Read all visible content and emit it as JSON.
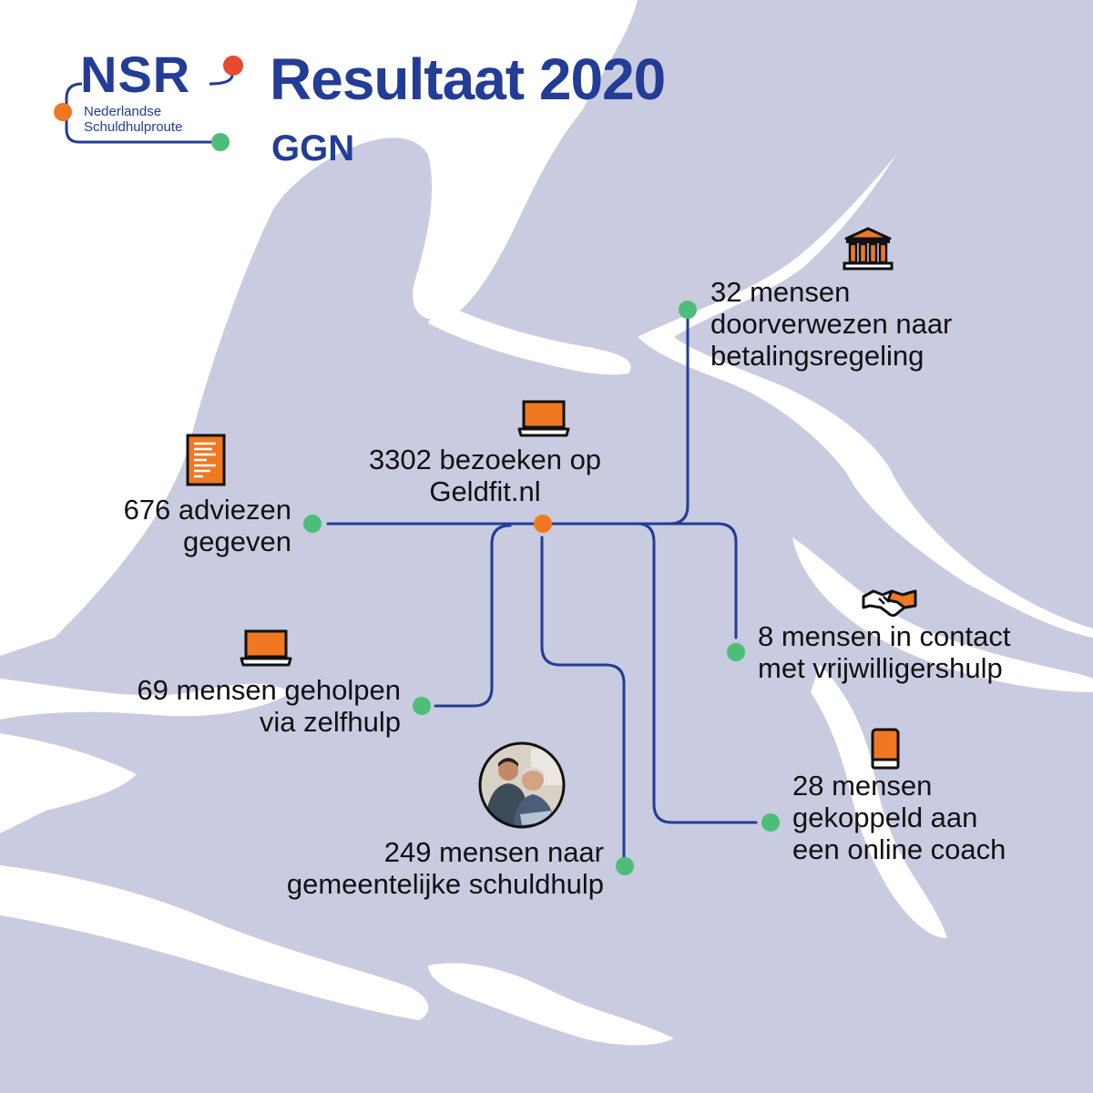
{
  "title": "Resultaat 2020",
  "subtitle": "GGN",
  "logo": {
    "abbr": "NSR",
    "name": "Nederlandse\nSchuldhulproute"
  },
  "colors": {
    "map_land": "#c9cbe1",
    "water": "#ffffff",
    "line": "#233c95",
    "green_dot": "#4dbd7a",
    "orange": "#f07822",
    "red_dot": "#e84a2f",
    "title": "#233c95",
    "text": "#111111"
  },
  "items": {
    "bezoeken": {
      "text": "3302 bezoeken op\nGeldfit.nl",
      "icon": "laptop-icon"
    },
    "adviezen": {
      "text": "676 adviezen\ngegeven",
      "icon": "document-icon"
    },
    "betalingsregeling": {
      "text": "32 mensen\ndoorverwezen naar\nbetalingsregeling",
      "icon": "bank-icon"
    },
    "zelfhulp": {
      "text": "69 mensen geholpen\nvia zelfhulp",
      "icon": "laptop-icon"
    },
    "vrijwilligershulp": {
      "text": "8 mensen in contact\nmet vrijwilligershulp",
      "icon": "handshake-icon"
    },
    "online_coach": {
      "text": "28 mensen\ngekoppeld aan\neen online coach",
      "icon": "phone-icon"
    },
    "schuldhulp": {
      "text": "249 mensen naar\ngemeentelijke schuldhulp",
      "icon": "people-photo-icon"
    }
  }
}
